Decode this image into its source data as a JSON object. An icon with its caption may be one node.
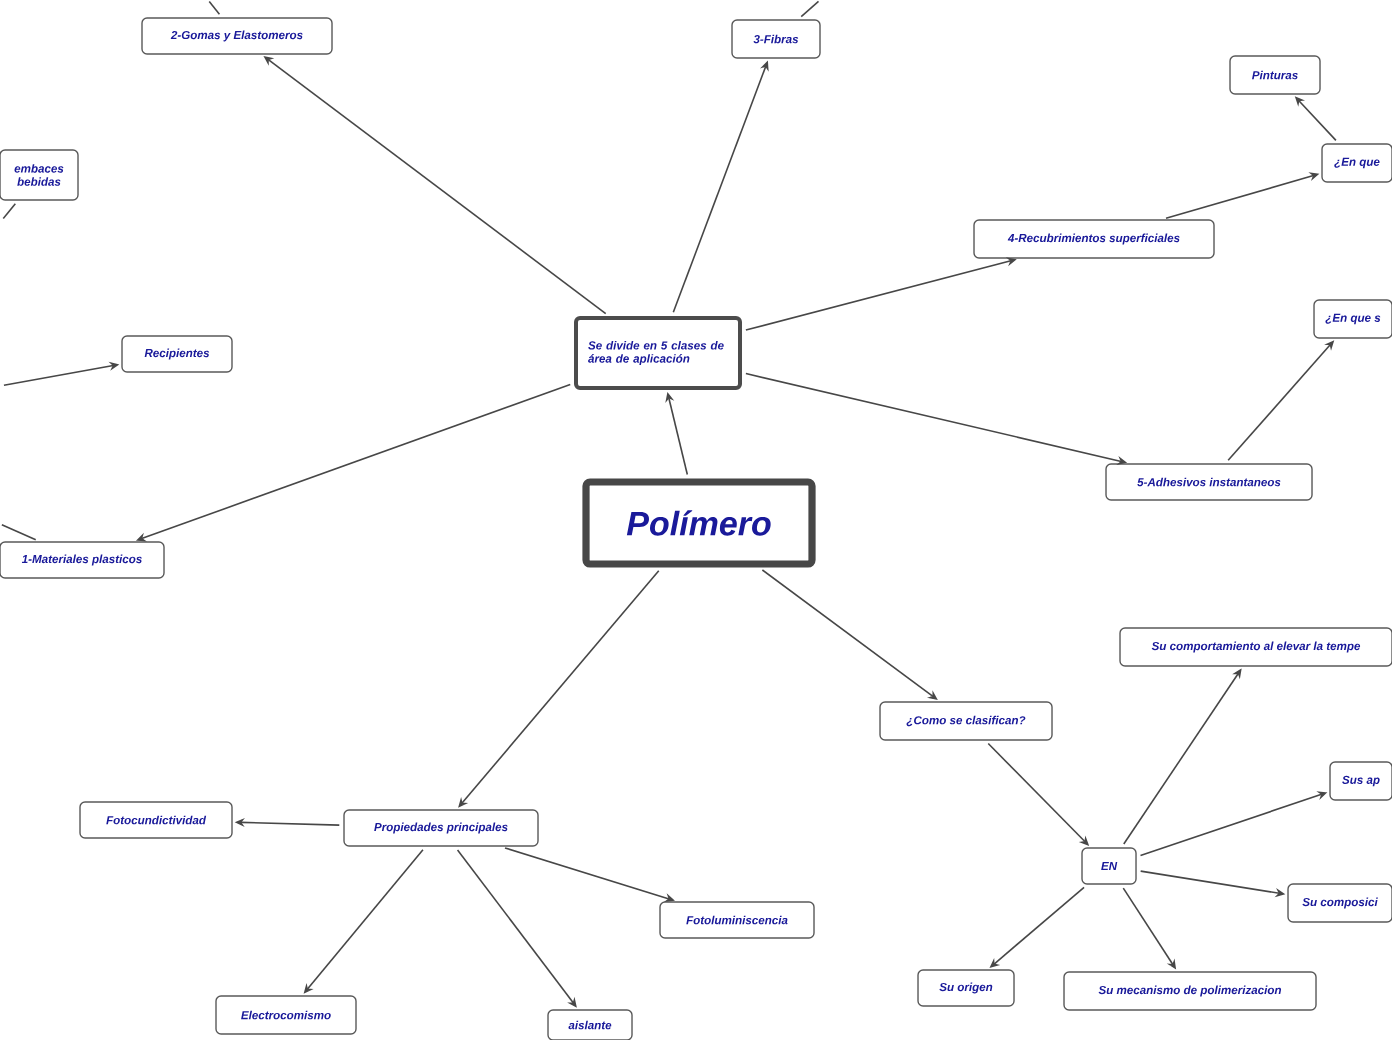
{
  "diagram": {
    "nodes": [
      {
        "text": [
          "Polímero"
        ]
      },
      {
        "text": [
          "Se divide en 5 clases de área de aplicación"
        ]
      },
      {
        "text": [
          "2-Gomas y Elastomeros"
        ]
      },
      {
        "text": [
          "3-Fibras"
        ]
      },
      {
        "text": [
          "4-Recubrimientos superficiales"
        ]
      },
      {
        "text": [
          "5-Adhesivos instantaneos"
        ]
      },
      {
        "text": [
          "1-Materiales plasticos"
        ]
      },
      {
        "text": [
          "Recipientes"
        ]
      },
      {
        "text": [
          "embaces bebidas"
        ]
      },
      {
        "text": [
          "¿En que"
        ]
      },
      {
        "text": [
          "Pinturas"
        ]
      },
      {
        "text": [
          "¿En que s"
        ]
      },
      {
        "text": [
          "Propiedades principales"
        ]
      },
      {
        "text": [
          "Fotocundictividad"
        ]
      },
      {
        "text": [
          "Electrocomismo"
        ]
      },
      {
        "text": [
          "aislante"
        ]
      },
      {
        "text": [
          "Fotoluminiscencia"
        ]
      },
      {
        "text": [
          "¿Como se clasifican?"
        ]
      },
      {
        "text": [
          "EN"
        ]
      },
      {
        "text": [
          "Su comportamiento al elevar la tempe"
        ]
      },
      {
        "text": [
          "Sus ap"
        ]
      },
      {
        "text": [
          "Su composici"
        ]
      },
      {
        "text": [
          "Su origen"
        ]
      },
      {
        "text": [
          "Su mecanismo de polimerizacion"
        ]
      }
    ],
    "edges": [
      {
        "from": 0,
        "to": 1,
        "arrow": "to"
      },
      {
        "from": 1,
        "to": 2,
        "arrow": "to"
      },
      {
        "from": 1,
        "to": 3,
        "arrow": "to"
      },
      {
        "from": 1,
        "to": 4,
        "arrow": "to"
      },
      {
        "from": 1,
        "to": 5,
        "arrow": "to"
      },
      {
        "from": 1,
        "to": 6,
        "arrow": "to"
      },
      {
        "from": null,
        "to": 7,
        "arrow": "to"
      },
      {
        "from": 8,
        "to": null,
        "arrow": "none"
      },
      {
        "from": 2,
        "to": null,
        "arrow": "none"
      },
      {
        "from": 3,
        "to": null,
        "arrow": "none"
      },
      {
        "from": 6,
        "to": null,
        "arrow": "none"
      },
      {
        "from": 4,
        "to": 9,
        "arrow": "to"
      },
      {
        "from": 9,
        "to": 10,
        "arrow": "to"
      },
      {
        "from": 5,
        "to": 11,
        "arrow": "to"
      },
      {
        "from": 0,
        "to": 12,
        "arrow": "to"
      },
      {
        "from": 12,
        "to": 13,
        "arrow": "to"
      },
      {
        "from": 12,
        "to": 14,
        "arrow": "to"
      },
      {
        "from": 12,
        "to": 15,
        "arrow": "to"
      },
      {
        "from": 12,
        "to": 16,
        "arrow": "to"
      },
      {
        "from": 0,
        "to": 17,
        "arrow": "to"
      },
      {
        "from": 17,
        "to": 18,
        "arrow": "to"
      },
      {
        "from": 18,
        "to": 19,
        "arrow": "to"
      },
      {
        "from": 18,
        "to": 20,
        "arrow": "to"
      },
      {
        "from": 18,
        "to": 21,
        "arrow": "to"
      },
      {
        "from": 18,
        "to": 22,
        "arrow": "to"
      },
      {
        "from": 18,
        "to": 23,
        "arrow": "to"
      }
    ]
  }
}
